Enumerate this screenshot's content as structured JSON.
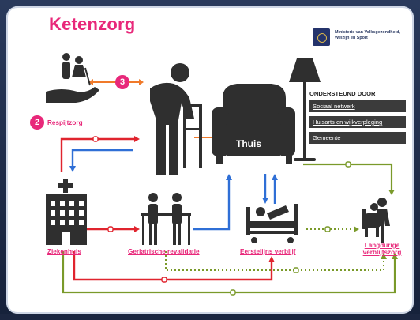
{
  "title": "Ketenzorg",
  "ministry": {
    "line1": "Ministerie van Volksgezondheid,",
    "line2": "Welzijn en Sport"
  },
  "nodes": {
    "respijtzorg": {
      "badge": "2",
      "label": "Respijtzorg"
    },
    "step3": {
      "badge": "3"
    },
    "thuis": {
      "label": "Thuis"
    },
    "ziekenhuis": {
      "label": "Ziekenhuis"
    },
    "geriatrische_revalidatie": {
      "label": "Geriatrische revalidatie"
    },
    "eerstelijns_verblijf": {
      "label": "Eerstelijns verblijf"
    },
    "langdurige_verblijfszorg": {
      "line1": "Langdurige",
      "line2": "verblijfszorg"
    }
  },
  "support": {
    "heading": "ONDERSTEUND DOOR",
    "items": [
      "Sociaal netwerk",
      "Huisarts en wijkverpleging",
      "Gemeente"
    ]
  },
  "colors": {
    "accent": "#e8287a",
    "red_flow": "#e0242e",
    "blue_flow": "#2f6fd6",
    "green_flow": "#7a9a2a",
    "orange_flow": "#f07a2a",
    "icon_dark": "#2f2f2f"
  }
}
